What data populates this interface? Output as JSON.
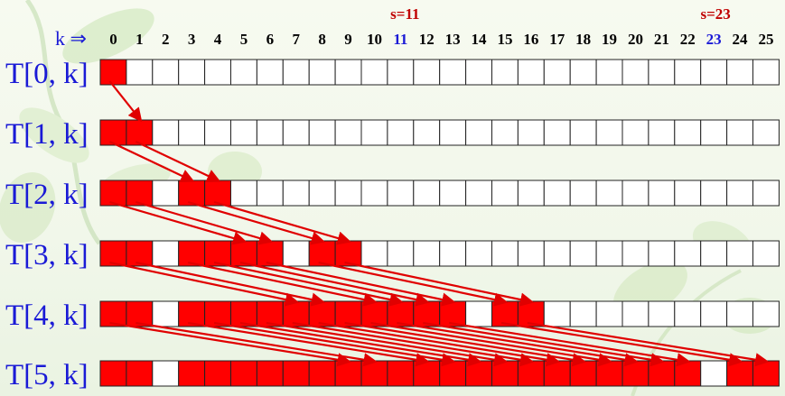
{
  "k_label": "k ⇒",
  "columns": [
    "0",
    "1",
    "2",
    "3",
    "4",
    "5",
    "6",
    "7",
    "8",
    "9",
    "10",
    "11",
    "12",
    "13",
    "14",
    "15",
    "16",
    "17",
    "18",
    "19",
    "20",
    "21",
    "22",
    "23",
    "24",
    "25"
  ],
  "highlight_columns": [
    11,
    23
  ],
  "s_labels": [
    {
      "text": "s=11",
      "column": 11
    },
    {
      "text": "s=23",
      "column": 23
    }
  ],
  "rows": [
    {
      "label": "T[0, k]",
      "filled": [
        0
      ]
    },
    {
      "label": "T[1, k]",
      "filled": [
        0,
        1
      ]
    },
    {
      "label": "T[2, k]",
      "filled": [
        0,
        1,
        3,
        4
      ]
    },
    {
      "label": "T[3, k]",
      "filled": [
        0,
        1,
        3,
        4,
        5,
        6,
        8,
        9
      ]
    },
    {
      "label": "T[4, k]",
      "filled": [
        0,
        1,
        3,
        4,
        5,
        6,
        7,
        8,
        9,
        10,
        11,
        12,
        13,
        15,
        16
      ]
    },
    {
      "label": "T[5, k]",
      "filled": [
        0,
        1,
        3,
        4,
        5,
        6,
        7,
        8,
        9,
        10,
        11,
        12,
        13,
        14,
        15,
        16,
        17,
        18,
        19,
        20,
        21,
        22,
        24,
        25
      ]
    }
  ],
  "arrow_shifts": [
    1,
    3,
    5,
    7,
    9
  ],
  "colors": {
    "filled": "#ff0000",
    "empty": "#ffffff",
    "arrow": "#e00000",
    "row_label": "#1a1ad6",
    "column_number": "#000000",
    "column_highlight": "#1a1ad6",
    "s_label": "#c00000"
  }
}
